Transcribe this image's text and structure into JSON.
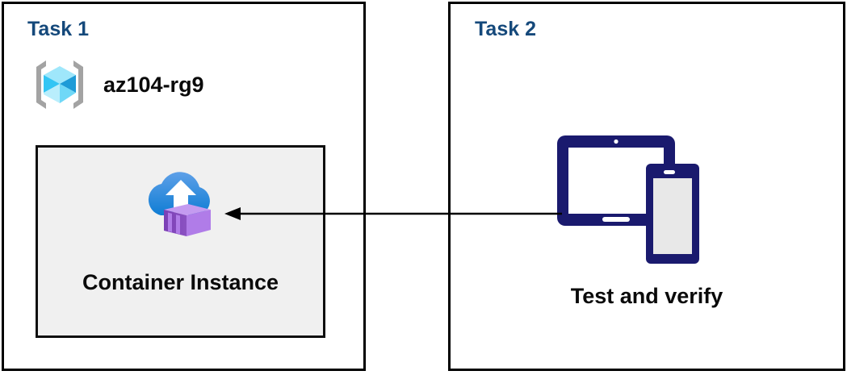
{
  "diagram": {
    "title": "Azure container instance deployment task diagram",
    "background": "#ffffff",
    "panel_border_color": "#000000",
    "title_color": "#15497B",
    "text_color": "#0a0a0a"
  },
  "panels": [
    {
      "id": "task1",
      "title": "Task 1",
      "resource_group": {
        "label": "az104-rg9",
        "icon": "azure-resource-group-icon",
        "icon_colors": {
          "bracket": "#a3a3a3",
          "cube_top": "#9FE7FB",
          "cube_left": "#32C5F4",
          "cube_right": "#1E9BD7",
          "cube_bottom_left": "#B9EEFC",
          "cube_bottom_right": "#6FD8F7"
        }
      },
      "resource_box": {
        "label": "Container Instance",
        "icon": "azure-container-instance-icon",
        "background": "#f0f0f0",
        "border": "#0d0d0d",
        "icon_colors": {
          "cloud_top": "#5EA0E8",
          "cloud_bottom": "#0F7DD4",
          "arrow": "#ffffff",
          "container_front": "#7B3FB5",
          "container_side": "#B07CE8",
          "container_top": "#C49BF0"
        }
      }
    },
    {
      "id": "task2",
      "title": "Task 2",
      "device": {
        "label": "Test and verify",
        "icon": "tablet-and-phone-icon",
        "icon_colors": {
          "device_body": "#1A1A6E",
          "tablet_screen": "#ffffff",
          "phone_screen": "#e8e8e8"
        }
      }
    }
  ],
  "connector": {
    "name": "arrow-task2-to-task1",
    "direction": "right-to-left",
    "from": "Test and verify",
    "to": "Container Instance",
    "color": "#000000",
    "style": "solid-line-with-arrowhead"
  }
}
